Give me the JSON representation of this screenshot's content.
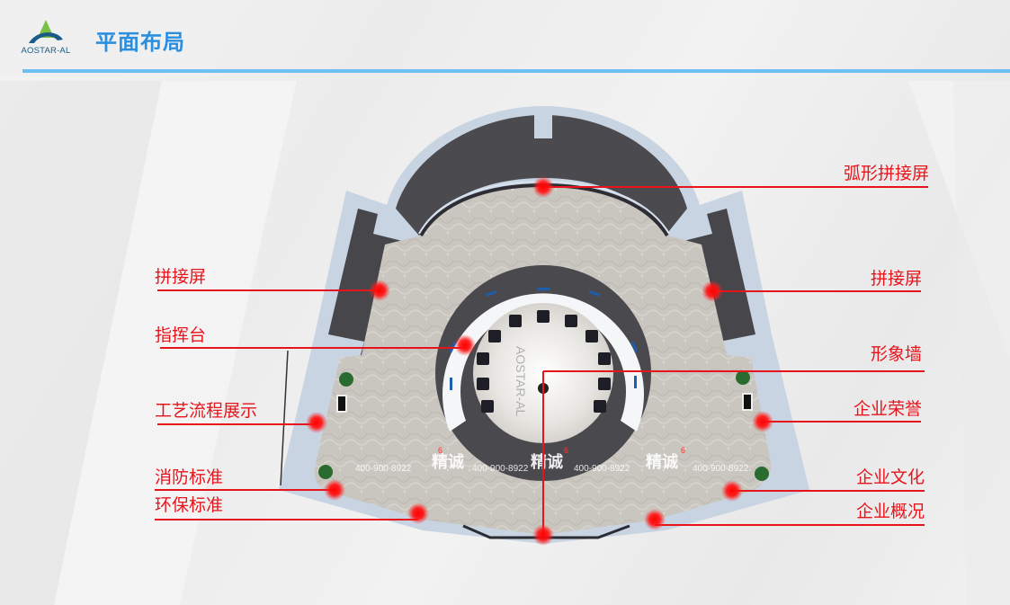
{
  "header": {
    "logo_text": "AOSTAR-AL",
    "title": "平面布局",
    "accent_color": "#2b8fe0",
    "rule_color": "#6cc0f3"
  },
  "floorplan": {
    "center_logo_text": "AOSTAR-AL",
    "watermarks": [
      {
        "brand": "精诚",
        "phone": "400-900-8922",
        "badge": "6"
      },
      {
        "brand": "精诚",
        "phone": "400-900-8922",
        "badge": "6"
      },
      {
        "brand": "精诚",
        "phone": "400-900-8922",
        "badge": "6"
      }
    ],
    "marker_color": "#ff1a1a"
  },
  "callouts": {
    "left": [
      {
        "label": "拼接屏"
      },
      {
        "label": "指挥台"
      },
      {
        "label": "工艺流程展示"
      },
      {
        "label": "消防标准"
      },
      {
        "label": "环保标准"
      }
    ],
    "right": [
      {
        "label": "弧形拼接屏"
      },
      {
        "label": "拼接屏"
      },
      {
        "label": "形象墙"
      },
      {
        "label": "企业荣誉"
      },
      {
        "label": "企业文化"
      },
      {
        "label": "企业概况"
      }
    ]
  }
}
